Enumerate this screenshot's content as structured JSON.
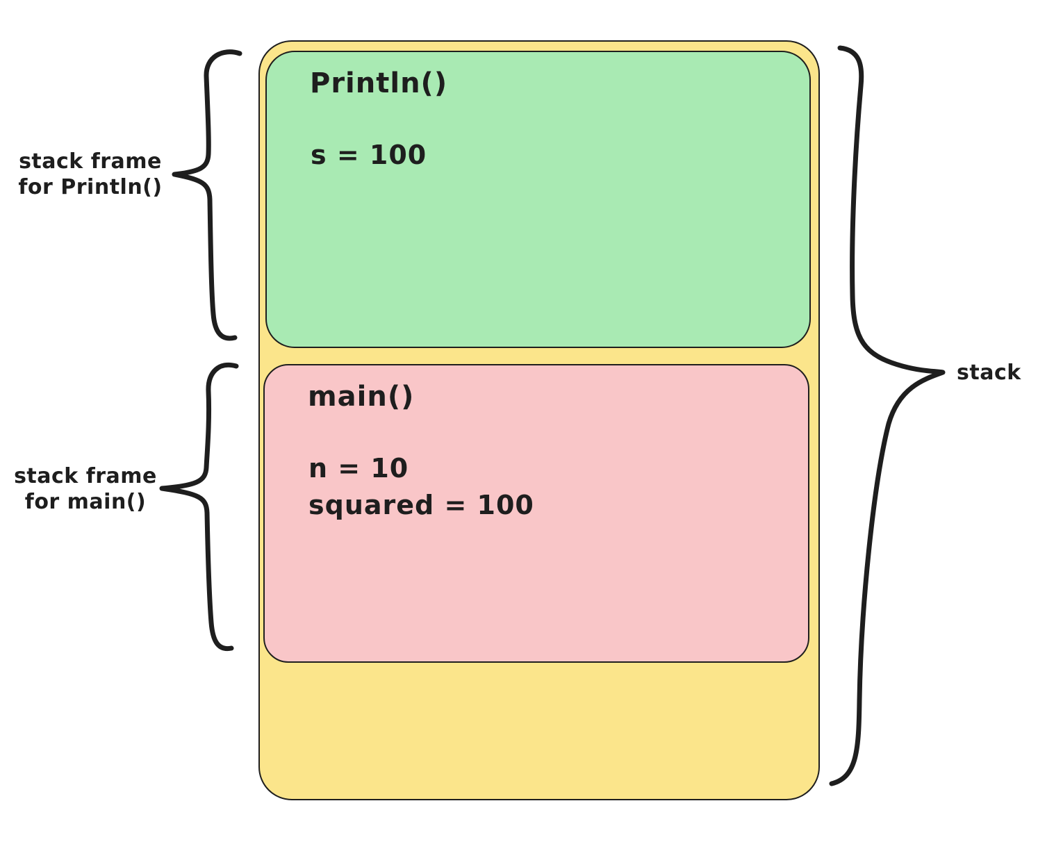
{
  "frames": [
    {
      "title": "Println()",
      "vars": [
        "s = 100"
      ],
      "fill": "#a9eab3",
      "brace_label": {
        "line1": "stack frame",
        "line2": "for Println()"
      }
    },
    {
      "title": "main()",
      "vars": [
        "n = 10",
        "squared = 100"
      ],
      "fill": "#f9c6c8",
      "brace_label": {
        "line1": "stack frame",
        "line2": "for main()"
      }
    }
  ],
  "stack": {
    "label": "stack",
    "fill": "#fbe58b"
  },
  "colors": {
    "stroke": "#1e1e1e",
    "background": "#ffffff",
    "stack_fill": "#fbe58b",
    "println_frame_fill": "#a9eab3",
    "main_frame_fill": "#f9c6c8"
  }
}
